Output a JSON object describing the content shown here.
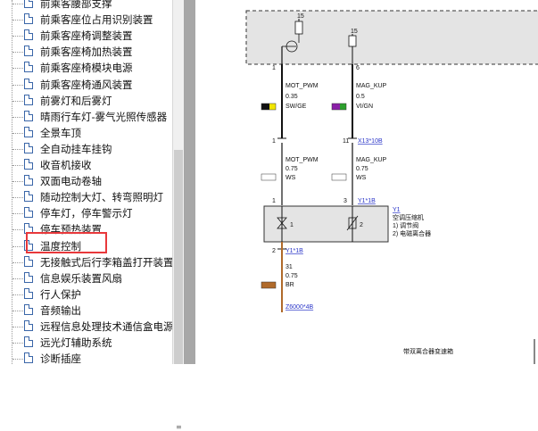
{
  "tree": {
    "items": [
      "前乘客腰部支撑",
      "前乘客座位占用识别装置",
      "前乘客座椅调整装置",
      "前乘客座椅加热装置",
      "前乘客座椅模块电源",
      "前乘客座椅通风装置",
      "前雾灯和后雾灯",
      "晴雨行车灯-雾气光照传感器",
      "全景车顶",
      "全自动挂车挂钩",
      "收音机接收",
      "双面电动卷轴",
      "随动控制大灯、转弯照明灯",
      "停车灯，停车警示灯",
      "停车预热装置",
      "温度控制",
      "无接触式后行李箱盖打开装置",
      "信息娱乐装置风扇",
      "行人保护",
      "音频输出",
      "远程信息处理技术通信盒电源",
      "远光灯辅助系统",
      "诊断插座"
    ],
    "selected": "温度控制"
  },
  "diagram": {
    "fuse_left": "15",
    "fuse_right": "15",
    "wire_left_top": {
      "name": "MOT_PWM",
      "size": "0.35",
      "color": "SW/GE"
    },
    "wire_right_top": {
      "name": "MAG_KUP",
      "size": "0.5",
      "color": "VI/GN"
    },
    "conn_top_left_pin": "1",
    "conn_top_right_pin": "11",
    "conn_top_link": "X13*10B",
    "wire_left_mid": {
      "name": "MOT_PWM",
      "size": "0.75",
      "color": "WS"
    },
    "wire_right_mid": {
      "name": "MAG_KUP",
      "size": "0.75",
      "color": "WS"
    },
    "comp_pin_left": "1",
    "comp_pin_right": "3",
    "comp_link": "Y1*1B",
    "comp_id": "Y1",
    "comp_title": "空调压缩机",
    "comp_legend": [
      "1)  调节阀",
      "2)  电磁离合器"
    ],
    "sym_1": "1",
    "sym_2": "2",
    "pin_bottom": "2",
    "bottom_link_top": "Y1*1B",
    "wire_bottom": {
      "num": "31",
      "size": "0.75",
      "color": "BR"
    },
    "bottom_link": "Z6000*4B",
    "footer_label": "带双离合器变速箱"
  },
  "colors": {
    "highlight": "#e8383b",
    "wire_sw_ge_1": "#111111",
    "wire_sw_ge_2": "#f2e600",
    "wire_vi_gn_1": "#8b1fa8",
    "wire_vi_gn_2": "#2ca02c",
    "wire_br": "#b06a2a",
    "link": "#2a35c8"
  }
}
